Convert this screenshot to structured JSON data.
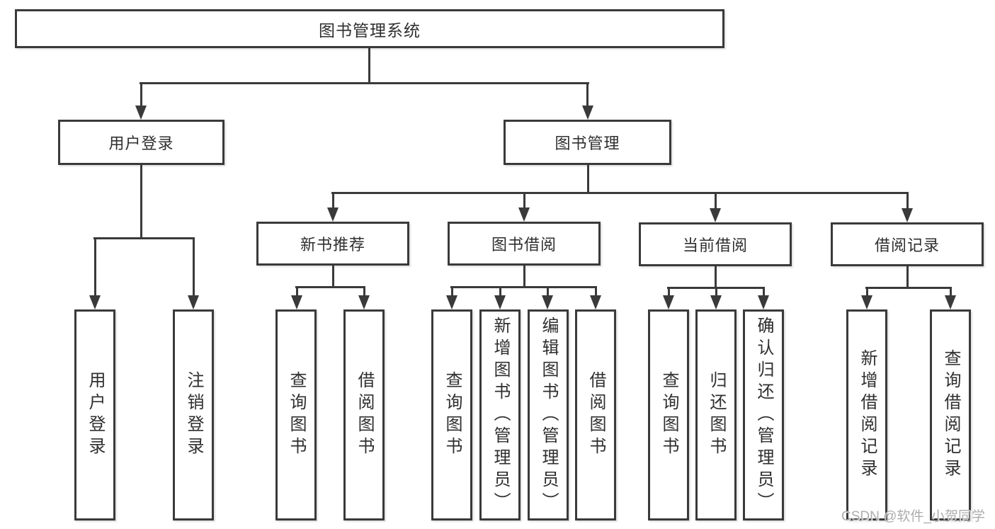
{
  "tree": {
    "root": {
      "label": "图书管理系统"
    },
    "children": [
      {
        "label": "用户登录",
        "children": [
          {
            "label": "用户登录"
          },
          {
            "label": "注销登录"
          }
        ]
      },
      {
        "label": "图书管理",
        "children": [
          {
            "label": "新书推荐",
            "children": [
              {
                "label": "查询图书"
              },
              {
                "label": "借阅图书"
              }
            ]
          },
          {
            "label": "图书借阅",
            "children": [
              {
                "label": "查询图书"
              },
              {
                "label": "新增图书（管理员）"
              },
              {
                "label": "编辑图书（管理员）"
              },
              {
                "label": "借阅图书"
              }
            ]
          },
          {
            "label": "当前借阅",
            "children": [
              {
                "label": "查询图书"
              },
              {
                "label": "归还图书"
              },
              {
                "label": "确认归还（管理员）"
              }
            ]
          },
          {
            "label": "借阅记录",
            "children": [
              {
                "label": "新增借阅记录"
              },
              {
                "label": "查询借阅记录"
              }
            ]
          }
        ]
      }
    ]
  },
  "watermark": {
    "text": "CSDN @软件_小贺同学"
  },
  "colors": {
    "line": "#3a3a3a",
    "text": "#2f2f2f",
    "background": "#ffffff",
    "watermark_gray": "#adadad"
  }
}
